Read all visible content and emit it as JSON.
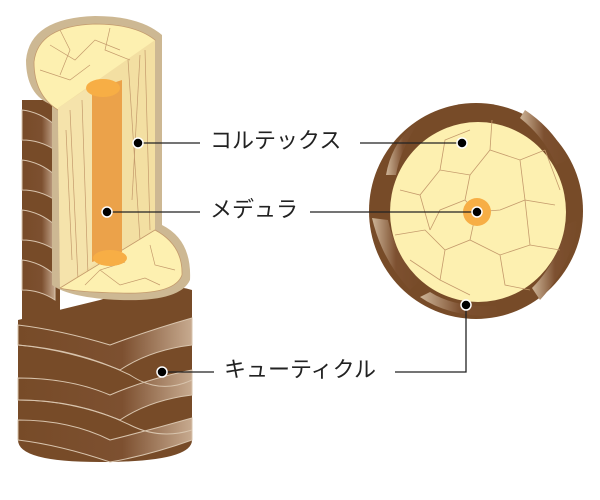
{
  "labels": {
    "cortex": "コルテックス",
    "medulla": "メデュラ",
    "cuticle": "キューティクル"
  },
  "colors": {
    "cuticle_dark": "#774b28",
    "cuticle_light": "#c9ab8e",
    "cortex": "#fdf0b0",
    "cortex_side": "#f3dfa2",
    "cell_line": "#c49a6c",
    "medulla": "#f7ae45",
    "medulla_side": "#eba24a",
    "rim": "#cdb893"
  }
}
